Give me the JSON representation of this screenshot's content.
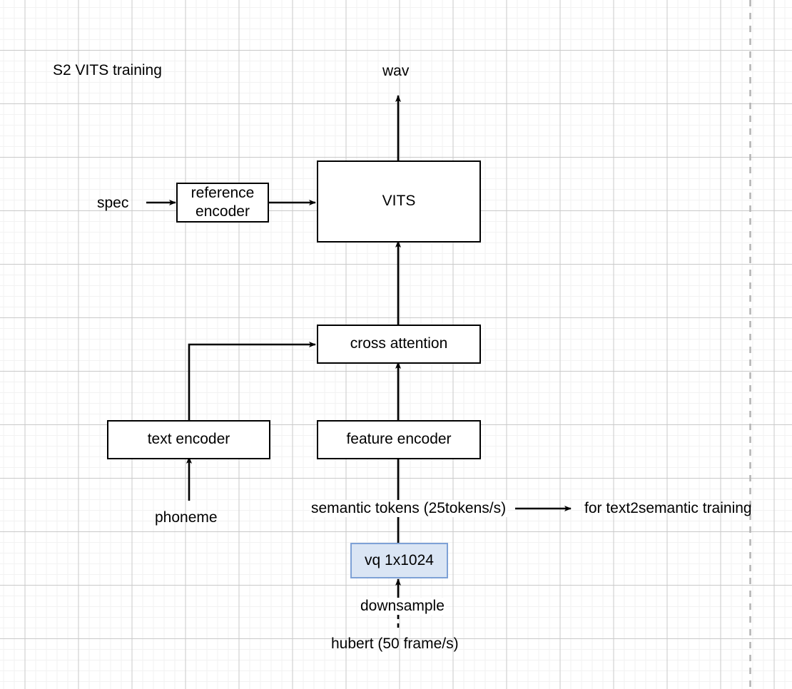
{
  "diagram": {
    "title": "S2 VITS training",
    "page_break_marker": "dashed-vertical-page-boundary",
    "colors": {
      "node_stroke": "#000000",
      "node_fill": "#ffffff",
      "accent_stroke": "#7ea1d6",
      "accent_fill": "#dae5f4",
      "grid_major": "#c9c9c9",
      "grid_minor": "#f2f2f2",
      "page_break": "#b3b3b3"
    },
    "nodes": [
      {
        "id": "reference_encoder",
        "label": "reference encoder",
        "line1": "reference",
        "line2": "encoder",
        "style": "plain"
      },
      {
        "id": "vits",
        "label": "VITS",
        "style": "plain"
      },
      {
        "id": "cross_attention",
        "label": "cross attention",
        "style": "plain"
      },
      {
        "id": "text_encoder",
        "label": "text encoder",
        "style": "plain"
      },
      {
        "id": "feature_encoder",
        "label": "feature encoder",
        "style": "plain"
      },
      {
        "id": "vq",
        "label": "vq 1x1024",
        "style": "accent"
      }
    ],
    "labels": [
      {
        "id": "wav",
        "text": "wav"
      },
      {
        "id": "spec",
        "text": "spec"
      },
      {
        "id": "phoneme",
        "text": "phoneme"
      },
      {
        "id": "semantic_tokens",
        "text": "semantic tokens (25tokens/s)"
      },
      {
        "id": "for_text2semantic",
        "text": "for text2semantic training"
      },
      {
        "id": "downsample",
        "text": "downsample"
      },
      {
        "id": "hubert",
        "text": "hubert (50 frame/s)"
      }
    ],
    "edges": [
      {
        "from": "spec",
        "to": "reference_encoder",
        "kind": "arrow"
      },
      {
        "from": "reference_encoder",
        "to": "vits",
        "kind": "arrow"
      },
      {
        "from": "vits",
        "to": "wav",
        "kind": "arrow"
      },
      {
        "from": "cross_attention",
        "to": "vits",
        "kind": "arrow"
      },
      {
        "from": "text_encoder",
        "to": "cross_attention",
        "kind": "elbow-arrow"
      },
      {
        "from": "feature_encoder",
        "to": "cross_attention",
        "kind": "arrow"
      },
      {
        "from": "phoneme",
        "to": "text_encoder",
        "kind": "arrow"
      },
      {
        "from": "semantic_tokens",
        "to": "feature_encoder",
        "kind": "arrow"
      },
      {
        "from": "vq",
        "to": "semantic_tokens",
        "kind": "arrow"
      },
      {
        "from": "semantic_tokens",
        "to": "for_text2semantic",
        "kind": "arrow"
      },
      {
        "from": "hubert",
        "to": "vq",
        "kind": "arrow-downsample"
      }
    ]
  }
}
